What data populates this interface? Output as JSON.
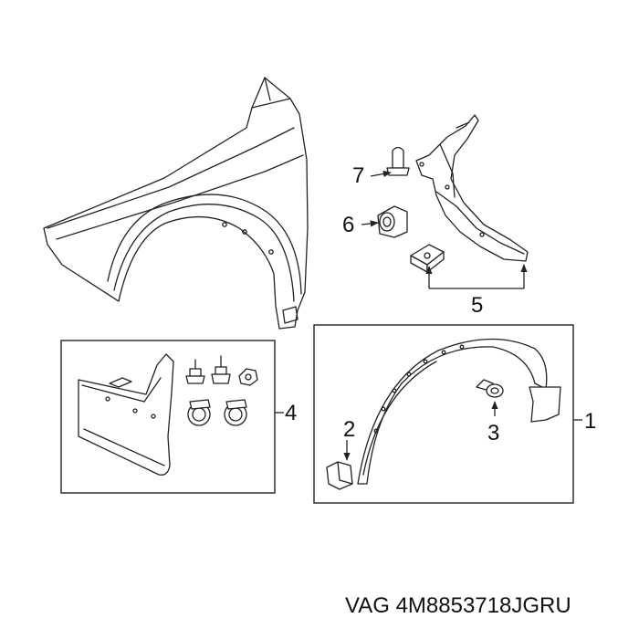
{
  "callouts": {
    "c1": "1",
    "c2": "2",
    "c3": "3",
    "c4": "4",
    "c5": "5",
    "c6": "6",
    "c7": "7"
  },
  "caption": {
    "brand": "VAG",
    "part_number": "4M8853718JGRU"
  }
}
